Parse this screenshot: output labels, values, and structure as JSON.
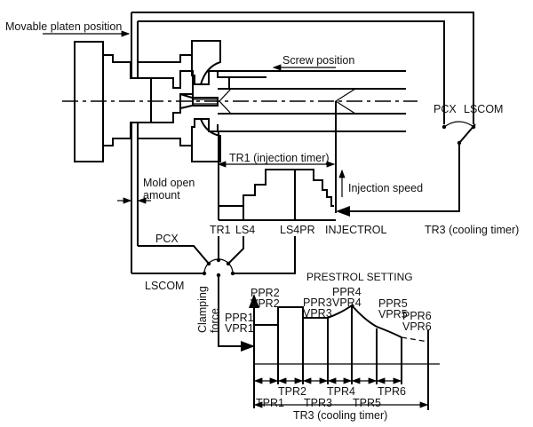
{
  "title": "Injection molding machine control diagram",
  "labels": {
    "movable_platen_position": "Movable platen position",
    "screw_position": "Screw position",
    "pcx_right": "PCX",
    "lscom_right": "LSCOM",
    "tr1_injection_timer": "TR1 (injection timer)",
    "mold_open_line1": "Mold open",
    "mold_open_line2": "amount",
    "injection_speed": "Injection speed",
    "tr1": "TR1",
    "ls4": "LS4",
    "ls4pr": "LS4PR",
    "injectrol": "INJECTROL",
    "tr3_cooling_timer_top": "TR3  (cooling  timer)",
    "pcx_left": "PCX",
    "lscom_left": "LSCOM",
    "prestrol_setting": "PRESTROL SETTING",
    "clamping_force_line1": "Clamping",
    "clamping_force_line2": "force",
    "tr3_cooling_timer_bottom": "TR3  (cooling  timer)"
  },
  "prestrol_steps": [
    {
      "ppr": "PPR1",
      "vpr": "VPR1"
    },
    {
      "ppr": "PPR2",
      "vpr": "VPR2"
    },
    {
      "ppr": "PPR3",
      "vpr": "VPR3"
    },
    {
      "ppr": "PPR4",
      "vpr": "VPR4"
    },
    {
      "ppr": "PPR5",
      "vpr": "VPR5"
    },
    {
      "ppr": "PPR6",
      "vpr": "VPR6"
    }
  ],
  "timers": [
    "TPR1",
    "TPR2",
    "TPR3",
    "TPR4",
    "TPR5",
    "TPR6"
  ]
}
